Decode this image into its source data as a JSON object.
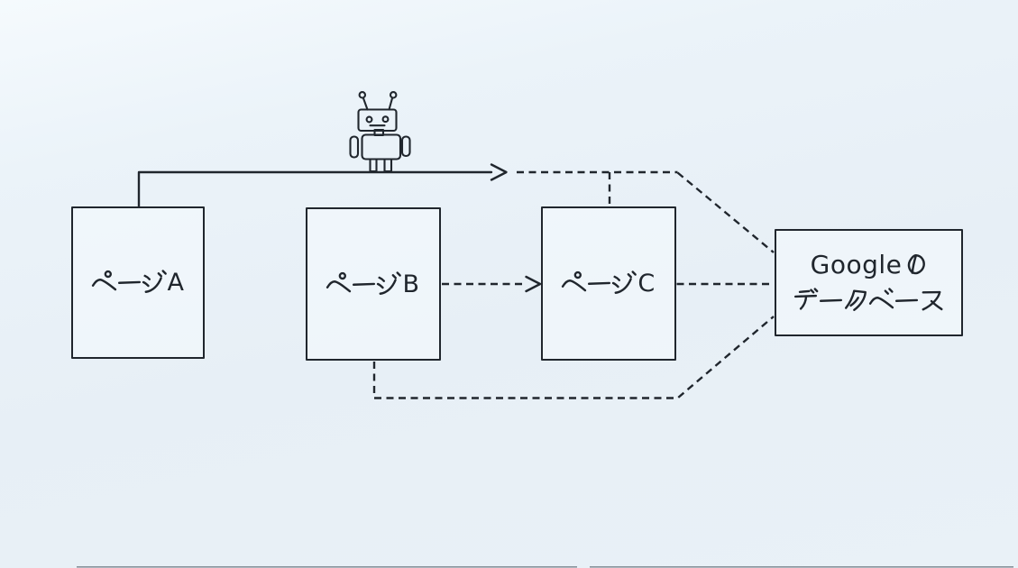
{
  "diagram": {
    "title": "crawler indexing diagram",
    "colors": {
      "background": "#e9f1f7",
      "line": "#20262d",
      "text": "#20262d"
    },
    "icons": [
      {
        "name": "robot-icon"
      }
    ],
    "nodes": [
      {
        "id": "page-a",
        "label": "ページA",
        "lines": [
          [
            "k:pe",
            "k:cho",
            "k:ji",
            "t:A"
          ]
        ]
      },
      {
        "id": "page-b",
        "label": "ページB",
        "lines": [
          [
            "k:pe",
            "k:cho",
            "k:ji",
            "t:B"
          ]
        ]
      },
      {
        "id": "page-c",
        "label": "ページC",
        "lines": [
          [
            "k:pe",
            "k:cho",
            "k:ji",
            "t:C"
          ]
        ]
      },
      {
        "id": "google-db",
        "label": "Googleのデータベース",
        "lines": [
          [
            "t:Google",
            "k:no"
          ],
          [
            "k:de",
            "k:cho",
            "k:ta",
            "k:be",
            "k:cho",
            "k:su"
          ]
        ]
      }
    ],
    "edges": [
      {
        "id": "e1",
        "from": "page-a",
        "to": "google-db",
        "style": "solid-then-dashed",
        "arrow": true,
        "via": "robot-icon"
      },
      {
        "id": "e2",
        "from": "crawl-line",
        "to": "page-c",
        "style": "dashed",
        "arrow": false
      },
      {
        "id": "e3",
        "from": "page-b",
        "to": "page-c",
        "style": "dashed",
        "arrow": true
      },
      {
        "id": "e4",
        "from": "page-c",
        "to": "google-db",
        "style": "dashed",
        "arrow": false
      },
      {
        "id": "e5",
        "from": "page-b",
        "to": "google-db",
        "style": "dashed",
        "arrow": false
      }
    ]
  }
}
